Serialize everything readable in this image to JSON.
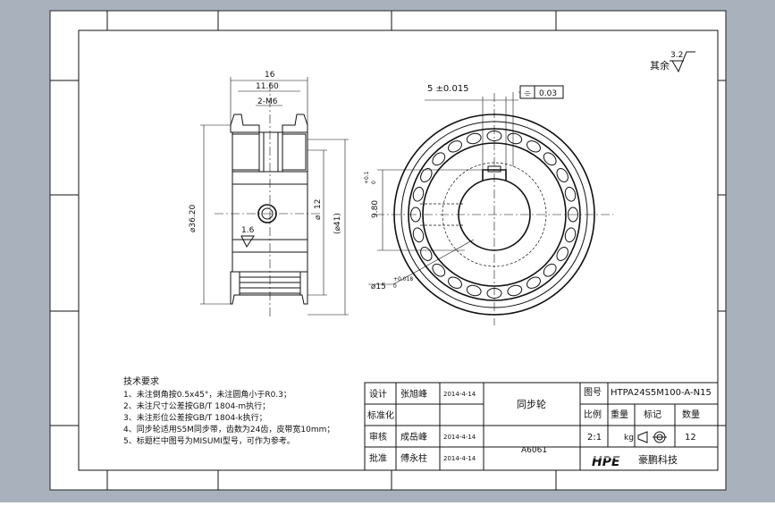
{
  "colors": {
    "viewport_bg": "#a9b1bd",
    "sheet": "#ffffff",
    "line": "#111111"
  },
  "surface_finish": {
    "label": "其余",
    "value": "3.2"
  },
  "dims": {
    "overall_width": "16",
    "hub_width": "11.60",
    "thread": "2-M6",
    "outer_dia": "⌀36.20",
    "bore_dia": "⌀",
    "bore_value": "12",
    "ref_dia": "(⌀41)",
    "roughness": "1.6",
    "key_width": "5 ±0.015",
    "symmetry_tol": "0.03",
    "symmetry_sym": "⌯",
    "key_depth": "9.80",
    "key_depth_tol_upper": "+0.1",
    "key_depth_tol_lower": "0",
    "shaft_dia": "⌀15",
    "shaft_tol_upper": "+0.018",
    "shaft_tol_lower": "0"
  },
  "notes": {
    "title": "技术要求",
    "lines": [
      "1、未注倒角按0.5x45°，未注圆角小于R0.3；",
      "2、未注尺寸公差按GB/T 1804-m执行；",
      "3、未注形位公差按GB/T 1804-k执行；",
      "4、同步轮适用S5M同步带，齿数为24齿，皮带宽10mm；",
      "5、标题栏中图号为MISUMI型号，可作为参考。"
    ]
  },
  "title_block": {
    "rows": [
      {
        "role": "设计",
        "name": "张旭峰",
        "date": "2014-4-14"
      },
      {
        "role": "标准化",
        "name": "",
        "date": ""
      },
      {
        "role": "审核",
        "name": "成岳峰",
        "date": "2014-4-14"
      },
      {
        "role": "批准",
        "name": "傅永柱",
        "date": "2014-4-14"
      }
    ],
    "part_name": "同步轮",
    "material": "A6061",
    "drawing_no_label": "图号",
    "drawing_no": "HTPA24S5M100-A-N15",
    "headers": {
      "scale": "比例",
      "weight": "重量",
      "mark": "标记",
      "qty": "数量"
    },
    "values": {
      "scale": "2:1",
      "weight": "kg",
      "qty": "12"
    },
    "company": "豪鹏科技",
    "logo": "HPE"
  }
}
